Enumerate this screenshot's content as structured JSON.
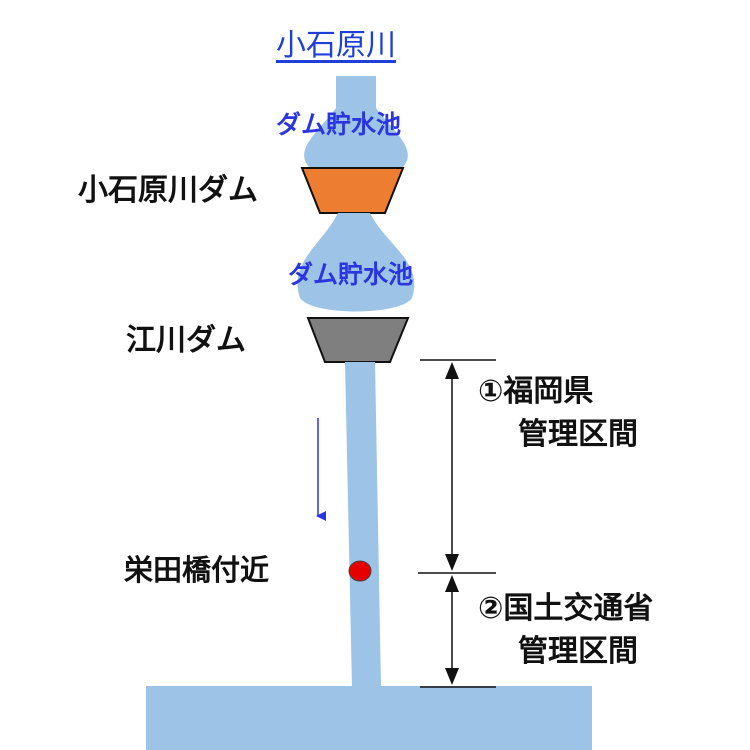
{
  "river": {
    "name": "小石原川"
  },
  "reservoirs": [
    {
      "label": "ダム貯水池"
    },
    {
      "label": "ダム貯水池"
    }
  ],
  "dams": [
    {
      "name": "小石原川ダム",
      "color": "#ed7d31"
    },
    {
      "name": "江川ダム",
      "color": "#7f7f7f"
    }
  ],
  "location": {
    "name": "栄田橋付近",
    "marker_color": "#e60000"
  },
  "sections": [
    {
      "line1": "①福岡県",
      "line2": "管理区間"
    },
    {
      "line1": "②国土交通省",
      "line2": "管理区間"
    }
  ],
  "colors": {
    "water": "#9dc3e6",
    "river_title": "#1f3fd6",
    "reservoir_label": "#2a35e0",
    "flow_arrow": "#2a35e0"
  }
}
